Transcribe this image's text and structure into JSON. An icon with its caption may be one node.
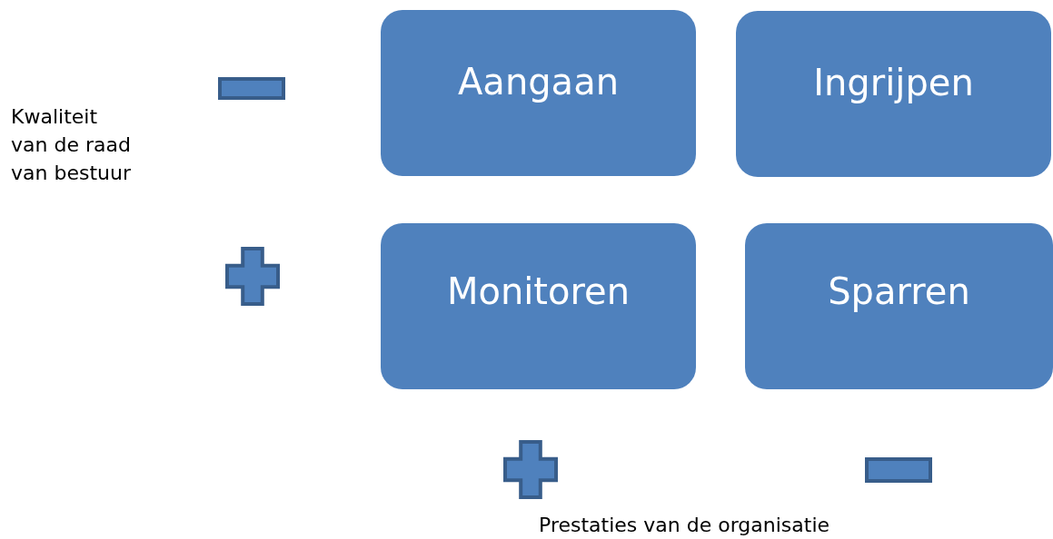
{
  "diagram": {
    "nodes": [
      {
        "text": [
          "Aangaan"
        ]
      },
      {
        "text": [
          "Ingrijpen"
        ]
      },
      {
        "text": [
          "Monitoren"
        ]
      },
      {
        "text": [
          "Sparren"
        ]
      }
    ],
    "labels": [
      "Kwaliteit van de raad van bestuur",
      "Prestaties van de organisatie"
    ]
  }
}
